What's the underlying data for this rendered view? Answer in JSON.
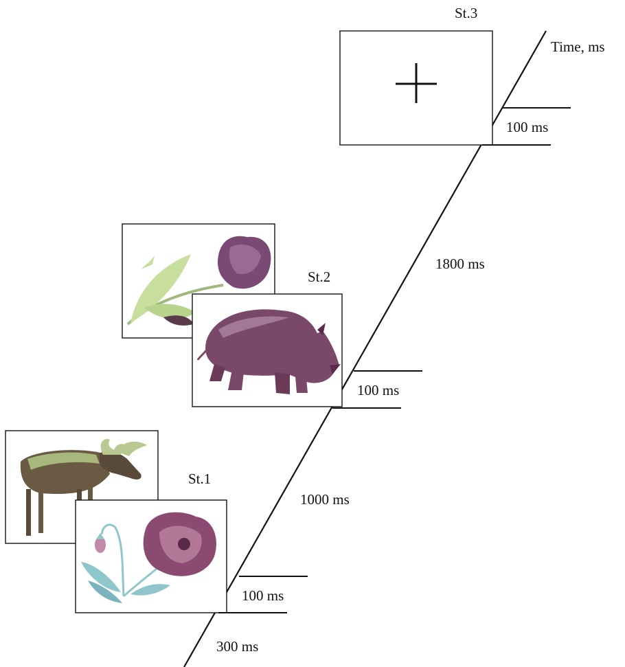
{
  "axis": {
    "label": "Time, ms"
  },
  "stimuli": [
    {
      "label": "St.1",
      "back_picture": "moose",
      "front_picture": "poppy flower"
    },
    {
      "label": "St.2",
      "back_picture": "tulip",
      "front_picture": "rhinoceros"
    },
    {
      "label": "St.3",
      "front_picture": "fixation cross"
    }
  ],
  "durations": {
    "pre": "300 ms",
    "st1_exposure": "100 ms",
    "interval_1": "1000 ms",
    "st2_exposure": "100 ms",
    "interval_2": "1800 ms",
    "st3_exposure": "100 ms"
  },
  "colors": {
    "line": "#111111",
    "animal_purple": "#7a4868",
    "leaf_green": "#b8d48c",
    "leaf_blue": "#8ec6cc",
    "moose_brown": "#6a5a44"
  }
}
